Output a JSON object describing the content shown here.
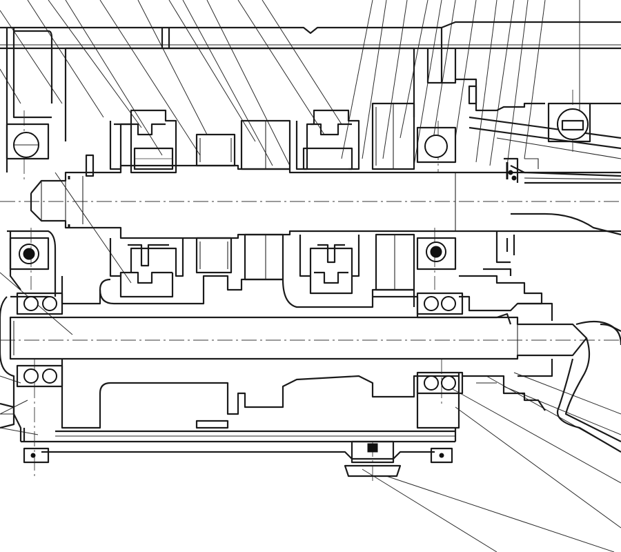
{
  "drawing": {
    "kind": "gearbox cross-section line drawing",
    "colors": {
      "ink": "#1a1a1a",
      "paper": "#ffffff"
    },
    "components": {
      "housing": "gearbox-housing",
      "input_shaft": "input-shaft",
      "output_shaft": "output-shaft",
      "gears": [
        "gear-pair-1",
        "gear-pair-2",
        "gear-pair-3",
        "gear-pair-4"
      ],
      "bearings": [
        "ball-bearing-left-upper",
        "ball-bearing-mid-upper",
        "ball-bearing-right-upper",
        "roller-bearing-left-lower",
        "roller-bearing-right-lower",
        "ball-bearing-left-mid",
        "ball-bearing-right-mid"
      ],
      "selector": "gear-selector-fork",
      "drain": "drain-plug",
      "feet": [
        "mounting-foot-left",
        "mounting-foot-right"
      ]
    },
    "callout_count": 34
  }
}
